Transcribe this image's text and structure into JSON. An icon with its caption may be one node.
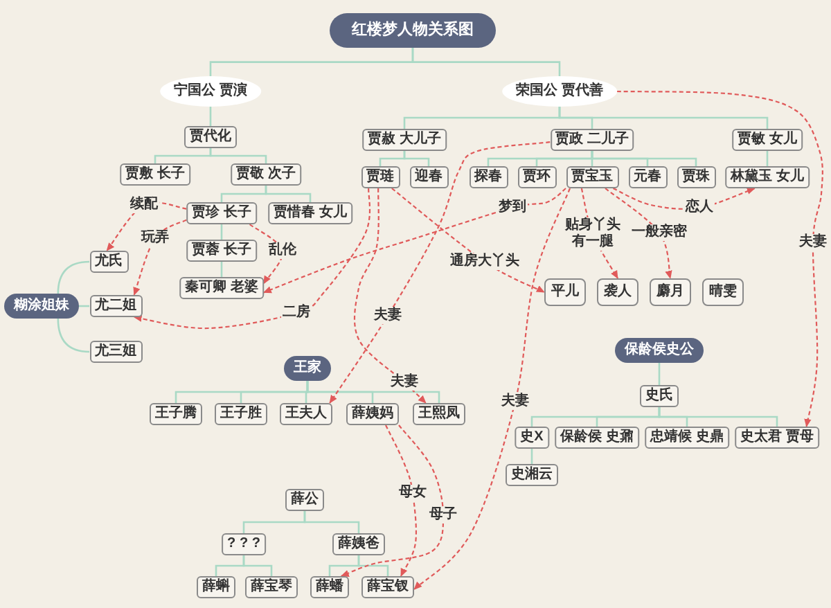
{
  "diagram": {
    "nodes": [
      {
        "text": [
          "红楼梦人物关系图"
        ]
      },
      {
        "text": [
          "宁国公 贾演"
        ]
      },
      {
        "text": [
          "荣国公 贾代善"
        ]
      },
      {
        "text": [
          "贾代化"
        ]
      },
      {
        "text": [
          "贾敷 长子"
        ]
      },
      {
        "text": [
          "贾敬 次子"
        ]
      },
      {
        "text": [
          "贾珍 长子"
        ]
      },
      {
        "text": [
          "贾惜春 女儿"
        ]
      },
      {
        "text": [
          "贾蓉 长子"
        ]
      },
      {
        "text": [
          "秦可卿 老婆"
        ]
      },
      {
        "text": [
          "贾赦 大儿子"
        ]
      },
      {
        "text": [
          "贾政 二儿子"
        ]
      },
      {
        "text": [
          "贾敏 女儿"
        ]
      },
      {
        "text": [
          "贾琏"
        ]
      },
      {
        "text": [
          "迎春"
        ]
      },
      {
        "text": [
          "探春"
        ]
      },
      {
        "text": [
          "贾环"
        ]
      },
      {
        "text": [
          "贾宝玉"
        ]
      },
      {
        "text": [
          "元春"
        ]
      },
      {
        "text": [
          "贾珠"
        ]
      },
      {
        "text": [
          "林黛玉 女儿"
        ]
      },
      {
        "text": [
          "糊涂姐妹"
        ]
      },
      {
        "text": [
          "尤氏"
        ]
      },
      {
        "text": [
          "尤二姐"
        ]
      },
      {
        "text": [
          "尤三姐"
        ]
      },
      {
        "text": [
          "平儿"
        ]
      },
      {
        "text": [
          "袭人"
        ]
      },
      {
        "text": [
          "麝月"
        ]
      },
      {
        "text": [
          "晴雯"
        ]
      },
      {
        "text": [
          "王家"
        ]
      },
      {
        "text": [
          "王子腾"
        ]
      },
      {
        "text": [
          "王子胜"
        ]
      },
      {
        "text": [
          "王夫人"
        ]
      },
      {
        "text": [
          "薛姨妈"
        ]
      },
      {
        "text": [
          "王熙凤"
        ]
      },
      {
        "text": [
          "保龄侯史公"
        ]
      },
      {
        "text": [
          "史氏"
        ]
      },
      {
        "text": [
          "史X"
        ]
      },
      {
        "text": [
          "保龄侯 史鼐"
        ]
      },
      {
        "text": [
          "忠靖候 史鼎"
        ]
      },
      {
        "text": [
          "史太君 贾母"
        ]
      },
      {
        "text": [
          "史湘云"
        ]
      },
      {
        "text": [
          "薛公"
        ]
      },
      {
        "text": [
          "? ? ?"
        ]
      },
      {
        "text": [
          "薛姨爸"
        ]
      },
      {
        "text": [
          "薛蝌"
        ]
      },
      {
        "text": [
          "薛宝琴"
        ]
      },
      {
        "text": [
          "薛蟠"
        ]
      },
      {
        "text": [
          "薛宝钗"
        ]
      }
    ],
    "edges": [
      {
        "from": 0,
        "to": 1,
        "arrow": "none"
      },
      {
        "from": 0,
        "to": 2,
        "arrow": "none"
      },
      {
        "from": 1,
        "to": 3,
        "arrow": "none"
      },
      {
        "from": 3,
        "to": 4,
        "arrow": "none"
      },
      {
        "from": 3,
        "to": 5,
        "arrow": "none"
      },
      {
        "from": 5,
        "to": 6,
        "arrow": "none"
      },
      {
        "from": 5,
        "to": 7,
        "arrow": "none"
      },
      {
        "from": 6,
        "to": 8,
        "arrow": "none"
      },
      {
        "from": 8,
        "to": 9,
        "arrow": "none"
      },
      {
        "from": 2,
        "to": 10,
        "arrow": "none"
      },
      {
        "from": 2,
        "to": 11,
        "arrow": "none"
      },
      {
        "from": 2,
        "to": 12,
        "arrow": "none"
      },
      {
        "from": 10,
        "to": 13,
        "arrow": "none"
      },
      {
        "from": 10,
        "to": 14,
        "arrow": "none"
      },
      {
        "from": 11,
        "to": 15,
        "arrow": "none"
      },
      {
        "from": 11,
        "to": 16,
        "arrow": "none"
      },
      {
        "from": 11,
        "to": 17,
        "arrow": "none"
      },
      {
        "from": 11,
        "to": 18,
        "arrow": "none"
      },
      {
        "from": 11,
        "to": 19,
        "arrow": "none"
      },
      {
        "from": 12,
        "to": 20,
        "arrow": "none"
      },
      {
        "from": 21,
        "to": 22,
        "arrow": "none"
      },
      {
        "from": 21,
        "to": 23,
        "arrow": "none"
      },
      {
        "from": 21,
        "to": 24,
        "arrow": "none"
      },
      {
        "from": 29,
        "to": 30,
        "arrow": "none"
      },
      {
        "from": 29,
        "to": 31,
        "arrow": "none"
      },
      {
        "from": 29,
        "to": 32,
        "arrow": "none"
      },
      {
        "from": 29,
        "to": 33,
        "arrow": "none"
      },
      {
        "from": 29,
        "to": 34,
        "arrow": "none"
      },
      {
        "from": 35,
        "to": 36,
        "arrow": "none"
      },
      {
        "from": 36,
        "to": 37,
        "arrow": "none"
      },
      {
        "from": 36,
        "to": 38,
        "arrow": "none"
      },
      {
        "from": 36,
        "to": 39,
        "arrow": "none"
      },
      {
        "from": 36,
        "to": 40,
        "arrow": "none"
      },
      {
        "from": 37,
        "to": 41,
        "arrow": "none"
      },
      {
        "from": 42,
        "to": 43,
        "arrow": "none"
      },
      {
        "from": 42,
        "to": 44,
        "arrow": "none"
      },
      {
        "from": 43,
        "to": 45,
        "arrow": "none"
      },
      {
        "from": 43,
        "to": 46,
        "arrow": "none"
      },
      {
        "from": 44,
        "to": 47,
        "arrow": "none"
      },
      {
        "from": 44,
        "to": 48,
        "arrow": "none"
      },
      {
        "from": 6,
        "to": 22,
        "arrow": "to",
        "label": "续配",
        "style": "dashed",
        "color": "#e05a5a"
      },
      {
        "from": 6,
        "to": 23,
        "arrow": "to",
        "label": "玩弄",
        "style": "dashed",
        "color": "#e05a5a"
      },
      {
        "from": 6,
        "to": 9,
        "arrow": "to",
        "label": "乱伦",
        "style": "dashed",
        "color": "#e05a5a"
      },
      {
        "from": 13,
        "to": 23,
        "arrow": "to",
        "label": "二房",
        "style": "dashed",
        "color": "#e05a5a"
      },
      {
        "from": 13,
        "to": 34,
        "arrow": "to",
        "label": "夫妻",
        "style": "dashed",
        "color": "#e05a5a"
      },
      {
        "from": 13,
        "to": 25,
        "arrow": "to",
        "label": "通房大丫头",
        "style": "dashed",
        "color": "#e05a5a"
      },
      {
        "from": 11,
        "to": 32,
        "arrow": "to",
        "label": "夫妻",
        "style": "dashed",
        "color": "#e05a5a"
      },
      {
        "from": 17,
        "to": 9,
        "arrow": "to",
        "label": "梦到",
        "style": "dashed",
        "color": "#e05a5a"
      },
      {
        "from": 17,
        "to": 26,
        "arrow": "to",
        "label": "贴身丫头有一腿",
        "style": "dashed",
        "color": "#e05a5a"
      },
      {
        "from": 17,
        "to": 27,
        "arrow": "to",
        "label": "一般亲密",
        "style": "dashed",
        "color": "#e05a5a"
      },
      {
        "from": 17,
        "to": 20,
        "arrow": "to",
        "label": "恋人",
        "style": "dashed",
        "color": "#e05a5a"
      },
      {
        "from": 17,
        "to": 48,
        "arrow": "to",
        "label": "夫妻",
        "style": "dashed",
        "color": "#e05a5a"
      },
      {
        "from": 2,
        "to": 40,
        "arrow": "to",
        "label": "夫妻",
        "style": "dashed",
        "color": "#e05a5a"
      },
      {
        "from": 33,
        "to": 48,
        "arrow": "to",
        "label": "母女",
        "style": "dashed",
        "color": "#e05a5a"
      },
      {
        "from": 33,
        "to": 47,
        "arrow": "to",
        "label": "母子",
        "style": "dashed",
        "color": "#e05a5a"
      }
    ]
  }
}
